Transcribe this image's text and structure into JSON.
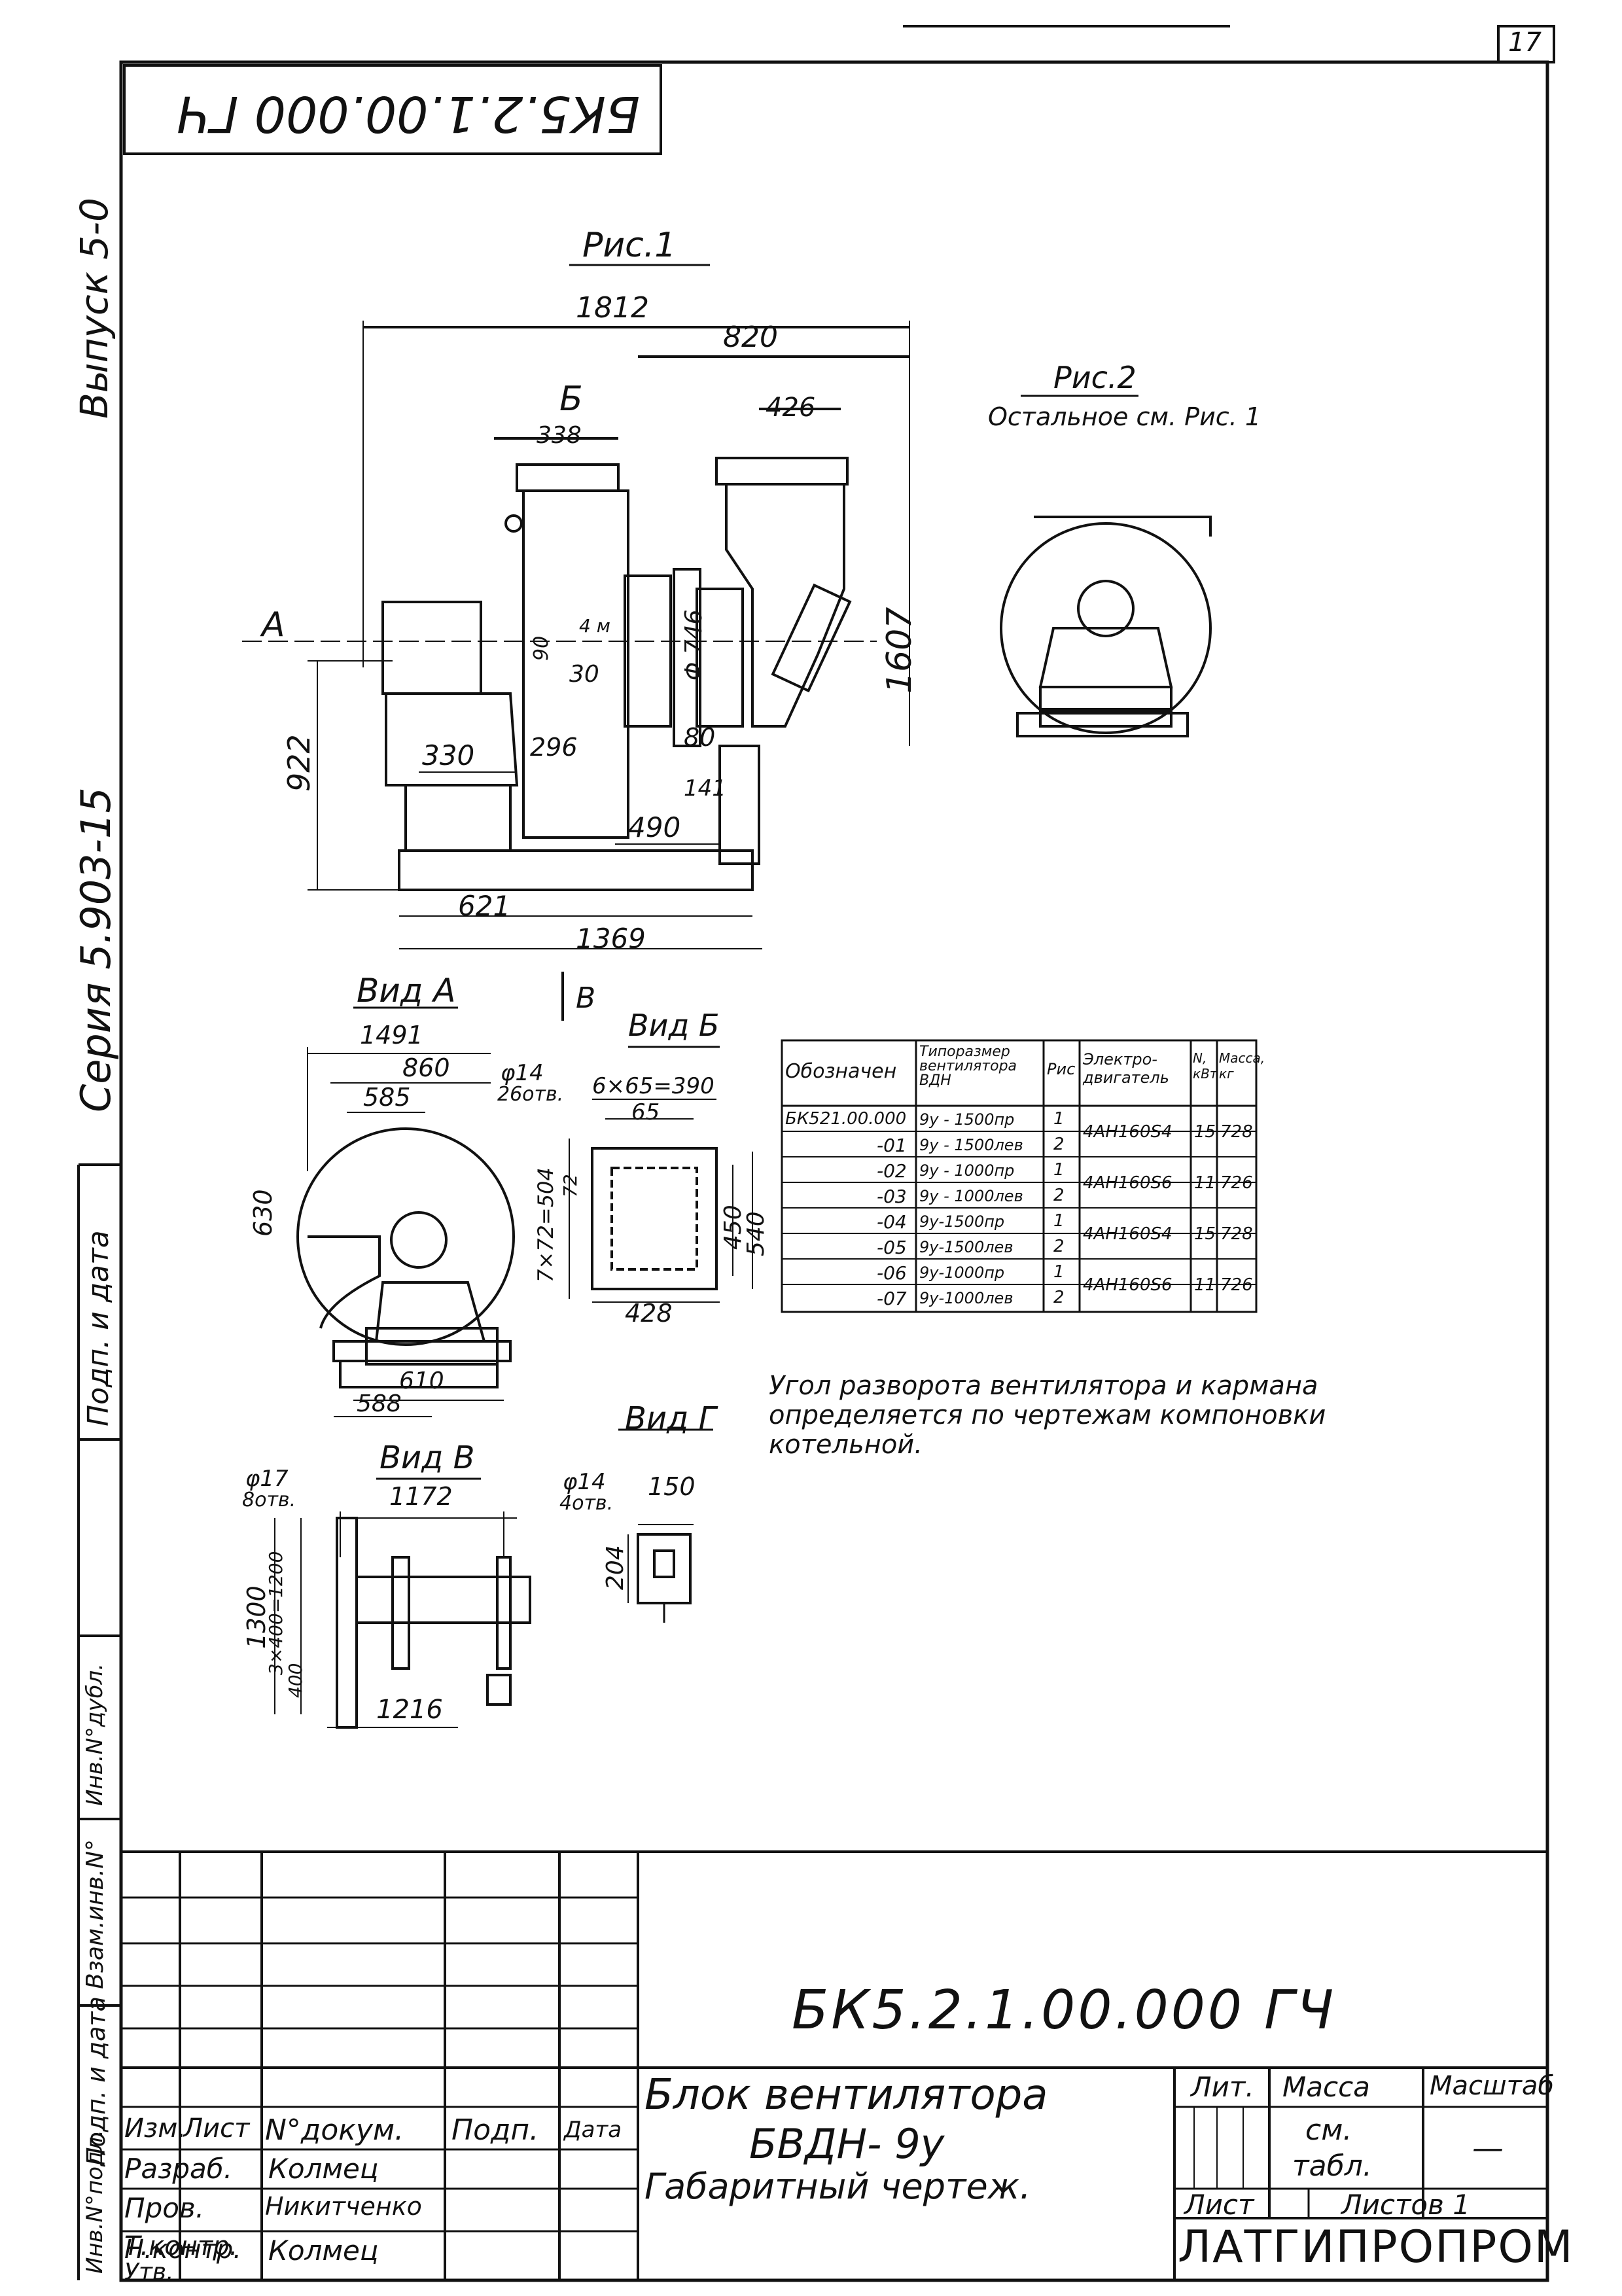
{
  "page_number": "17",
  "top_stamp": "БК5.2.1.00.000 ГЧ",
  "margin": {
    "issue": "Выпуск 5-0",
    "series": "Серия 5.903-15",
    "side_labels": [
      "Инв.N°подл.",
      "Подп. и дата",
      "Взам.инв.N°",
      "Инв.N°дубл.",
      "Подп. и дата"
    ]
  },
  "figures": {
    "fig1": {
      "title": "Рис.1",
      "dims": [
        "1812",
        "820",
        "426",
        "338",
        "4 м",
        "Φ 746",
        "1607",
        "30",
        "90",
        "922",
        "330",
        "296",
        "80",
        "141",
        "490",
        "621",
        "1369"
      ],
      "labels": [
        "Б",
        "А"
      ]
    },
    "fig2": {
      "title": "Рис.2",
      "note": "Остальное см. Рис. 1"
    },
    "view_a": {
      "title": "Вид А",
      "dims": [
        "1491",
        "860",
        "585",
        "630",
        "610",
        "588"
      ]
    },
    "view_b_marker": "В",
    "view_b6": {
      "title": "Вид Б",
      "dims": [
        "φ14",
        "26отв.",
        "6×65=390",
        "65",
        "7×72=504",
        "72",
        "450",
        "540",
        "428"
      ]
    },
    "view_v": {
      "title": "Вид В",
      "dims": [
        "φ17",
        "8отв.",
        "1172",
        "1300",
        "3×400=1200",
        "400",
        "1216"
      ]
    },
    "view_g": {
      "title": "Вид Г",
      "dims": [
        "φ14",
        "4отв.",
        "150",
        "204"
      ]
    }
  },
  "spec_table": {
    "headers": [
      "Обозначен",
      "Типоразмер вентилятора ВДН",
      "Рис",
      "Электро-двигатель",
      "N, кВт",
      "Масса, кг"
    ],
    "rows": [
      [
        "БК521.00.000",
        "9у - 1500пр",
        "1",
        "4АН160S4",
        "15",
        "728"
      ],
      [
        "-01",
        "9у - 1500лев",
        "2",
        "",
        "",
        ""
      ],
      [
        "-02",
        "9у - 1000пр",
        "1",
        "4АН160S6",
        "11",
        "726"
      ],
      [
        "-03",
        "9у - 1000лев",
        "2",
        "",
        "",
        ""
      ],
      [
        "-04",
        "9у-1500пр",
        "1",
        "4АН160S4",
        "15",
        "728"
      ],
      [
        "-05",
        "9у-1500лев",
        "2",
        "",
        "",
        ""
      ],
      [
        "-06",
        "9у-1000пр",
        "1",
        "4АН160S6",
        "11",
        "726"
      ],
      [
        "-07",
        "9у-1000лев",
        "2",
        "",
        "",
        ""
      ]
    ]
  },
  "note": [
    "Угол разворота вентилятора и кармана",
    "определяется по чертежам компоновки",
    "котельной."
  ],
  "title_block": {
    "designation": "БК5.2.1.00.000 ГЧ",
    "name_line1": "Блок вентилятора",
    "name_line2": "БВДН- 9у",
    "name_line3": "Габаритный чертеж.",
    "col_headers": [
      "Изм.",
      "Лист",
      "N°докум.",
      "Подп.",
      "Дата"
    ],
    "roles": [
      {
        "role": "Разраб.",
        "name": "Колмец"
      },
      {
        "role": "Пров.",
        "name": "Никитченко"
      },
      {
        "role": "Т.контр.",
        "name": ""
      },
      {
        "role": "Н.контр.",
        "name": "Колмец"
      },
      {
        "role": "Утв.",
        "name": ""
      }
    ],
    "lit_label": "Лит.",
    "mass_label": "Масса",
    "scale_label": "Масштаб",
    "mass_value_1": "см.",
    "mass_value_2": "табл.",
    "scale_value": "—",
    "sheet_label": "Лист",
    "sheets_label": "Листов 1",
    "org": "ЛАТГИПРОПРОМ"
  }
}
